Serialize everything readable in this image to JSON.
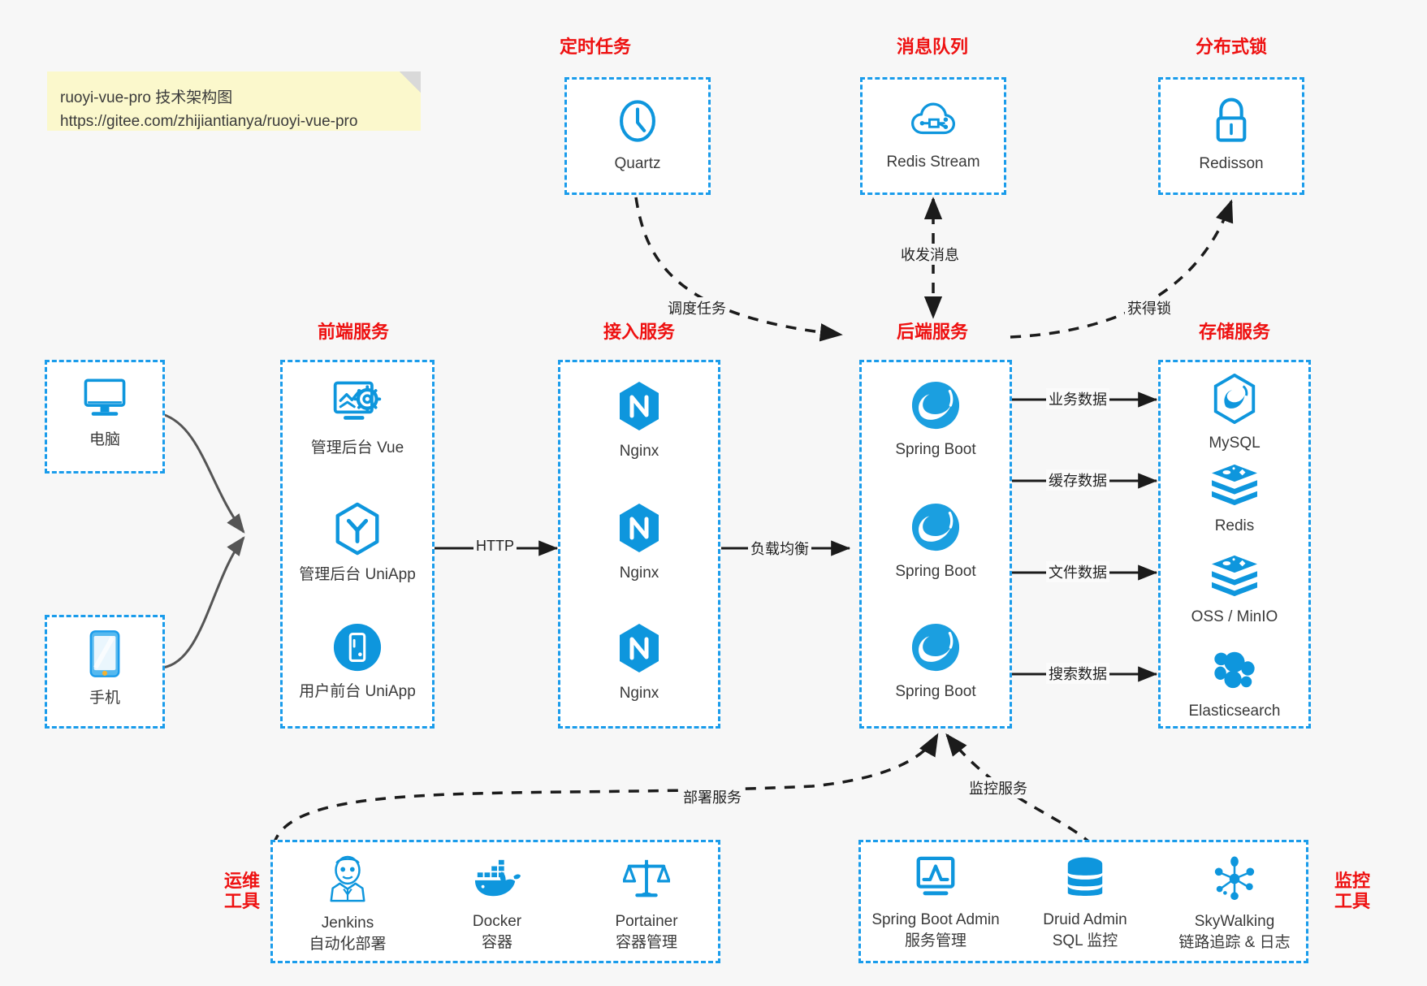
{
  "note": {
    "line1": "ruoyi-vue-pro 技术架构图",
    "line2": "https://gitee.com/zhijiantianya/ruoyi-vue-pro"
  },
  "colors": {
    "accent_blue": "#1a9ceb",
    "icon_blue": "#0e96dd",
    "title_red": "#ee1111",
    "background": "#f7f7f7",
    "note_yellow": "#fbf8cc",
    "wire_dark": "#3a3a3a"
  },
  "groups": {
    "scheduled_task": {
      "title": "定时任务",
      "nodes": [
        {
          "label": "Quartz",
          "icon": "clock-icon"
        }
      ]
    },
    "message_queue": {
      "title": "消息队列",
      "nodes": [
        {
          "label": "Redis Stream",
          "icon": "cloud-stream-icon"
        }
      ]
    },
    "distributed_lock": {
      "title": "分布式锁",
      "nodes": [
        {
          "label": "Redisson",
          "icon": "lock-icon"
        }
      ]
    },
    "client_pc": {
      "title": "",
      "nodes": [
        {
          "label": "电脑",
          "icon": "desktop-monitor-icon"
        }
      ]
    },
    "client_mobile": {
      "title": "",
      "nodes": [
        {
          "label": "手机",
          "icon": "smartphone-icon"
        }
      ]
    },
    "frontend": {
      "title": "前端服务",
      "nodes": [
        {
          "label": "管理后台 Vue",
          "icon": "dashboard-gear-icon"
        },
        {
          "label": "管理后台 UniApp",
          "icon": "uniapp-hexagon-icon"
        },
        {
          "label": "用户前台 UniApp",
          "icon": "mobile-circle-icon"
        }
      ]
    },
    "gateway": {
      "title": "接入服务",
      "nodes": [
        {
          "label": "Nginx",
          "icon": "nginx-icon"
        },
        {
          "label": "Nginx",
          "icon": "nginx-icon"
        },
        {
          "label": "Nginx",
          "icon": "nginx-icon"
        }
      ]
    },
    "backend": {
      "title": "后端服务",
      "nodes": [
        {
          "label": "Spring Boot",
          "icon": "spring-boot-icon"
        },
        {
          "label": "Spring Boot",
          "icon": "spring-boot-icon"
        },
        {
          "label": "Spring Boot",
          "icon": "spring-boot-icon"
        }
      ]
    },
    "storage": {
      "title": "存储服务",
      "nodes": [
        {
          "label": "MySQL",
          "icon": "mysql-dolphin-icon"
        },
        {
          "label": "Redis",
          "icon": "redis-stack-icon"
        },
        {
          "label": "OSS / MinIO",
          "icon": "redis-stack-icon"
        },
        {
          "label": "Elasticsearch",
          "icon": "elasticsearch-icon"
        }
      ]
    },
    "devops": {
      "title": "运维\n工具",
      "title_line1": "运维",
      "title_line2": "工具",
      "nodes": [
        {
          "label": "Jenkins",
          "sublabel": "自动化部署",
          "icon": "jenkins-butler-icon"
        },
        {
          "label": "Docker",
          "sublabel": "容器",
          "icon": "docker-whale-icon"
        },
        {
          "label": "Portainer",
          "sublabel": "容器管理",
          "icon": "scales-balance-icon"
        }
      ]
    },
    "monitoring": {
      "title_line1": "监控",
      "title_line2": "工具",
      "nodes": [
        {
          "label": "Spring Boot Admin",
          "sublabel": "服务管理",
          "icon": "monitor-chart-icon"
        },
        {
          "label": "Druid Admin",
          "sublabel": "SQL 监控",
          "icon": "database-cylinder-icon"
        },
        {
          "label": "SkyWalking",
          "sublabel": "链路追踪 & 日志",
          "icon": "skywalking-node-icon"
        }
      ]
    }
  },
  "edges": [
    {
      "id": "pc-to-frontend",
      "label": "",
      "style": "solid-curve"
    },
    {
      "id": "mobile-to-frontend",
      "label": "",
      "style": "solid-curve"
    },
    {
      "id": "frontend-to-gateway",
      "label": "HTTP",
      "style": "solid"
    },
    {
      "id": "gateway-to-backend",
      "label": "负载均衡",
      "style": "solid"
    },
    {
      "id": "backend-to-mysql",
      "label": "业务数据",
      "style": "solid"
    },
    {
      "id": "backend-to-redis",
      "label": "缓存数据",
      "style": "solid"
    },
    {
      "id": "backend-to-oss",
      "label": "文件数据",
      "style": "solid"
    },
    {
      "id": "backend-to-es",
      "label": "搜索数据",
      "style": "solid"
    },
    {
      "id": "quartz-to-backend",
      "label": "调度任务",
      "style": "dashed-curve"
    },
    {
      "id": "backend-to-mq",
      "label": "收发消息",
      "style": "dashed-bidirectional"
    },
    {
      "id": "backend-to-lock",
      "label": "获得锁",
      "style": "dashed-curve"
    },
    {
      "id": "devops-to-backend",
      "label": "部署服务",
      "style": "dashed-curve"
    },
    {
      "id": "monitoring-to-backend",
      "label": "监控服务",
      "style": "dashed-curve"
    }
  ]
}
